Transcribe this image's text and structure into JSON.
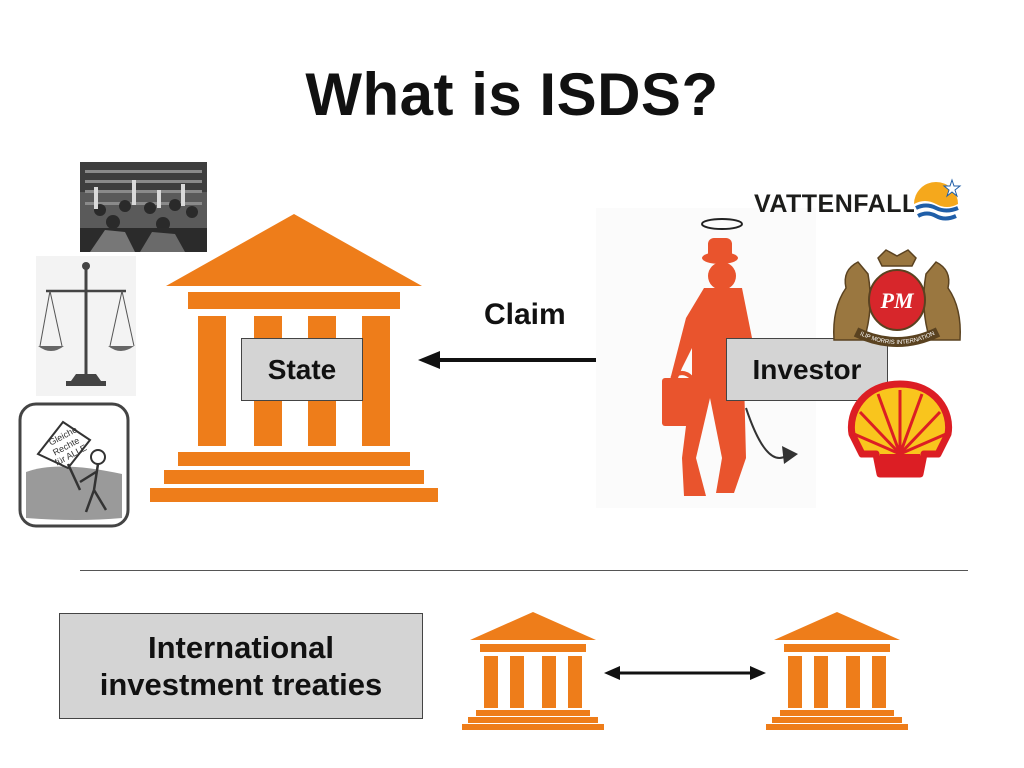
{
  "title": "What is ISDS?",
  "state_label": "State",
  "investor_label": "Investor",
  "claim_label": "Claim",
  "treaties_label_line1": "International",
  "treaties_label_line2": "investment treaties",
  "logos": {
    "vattenfall": "VATTENFALL",
    "pm_monogram": "PM",
    "pm_text": "PHILIP MORRIS INTERNATIONAL",
    "shell": "shell-icon"
  },
  "sign_text": [
    "Gleiche",
    "Rechte",
    "für ALLE"
  ],
  "colors": {
    "building_orange": "#ee7d1a",
    "investor_red": "#e9542d",
    "label_gray": "#d4d4d4",
    "shell_yellow": "#f9c51d",
    "shell_red": "#dc1e24",
    "vattenfall_blue": "#1f5ea8",
    "vattenfall_yellow": "#f5a81c"
  }
}
